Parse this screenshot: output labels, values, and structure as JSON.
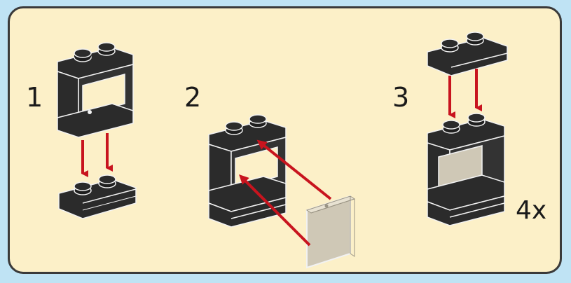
{
  "steps": [
    {
      "number": "1"
    },
    {
      "number": "2"
    },
    {
      "number": "3"
    }
  ],
  "multiplier": "4x",
  "colors": {
    "background": "#fcf0c8",
    "frame": "#bfe3f4",
    "brick": "#2b2b2b",
    "arrow": "#c8141e",
    "glass": "#cfc8b6"
  }
}
